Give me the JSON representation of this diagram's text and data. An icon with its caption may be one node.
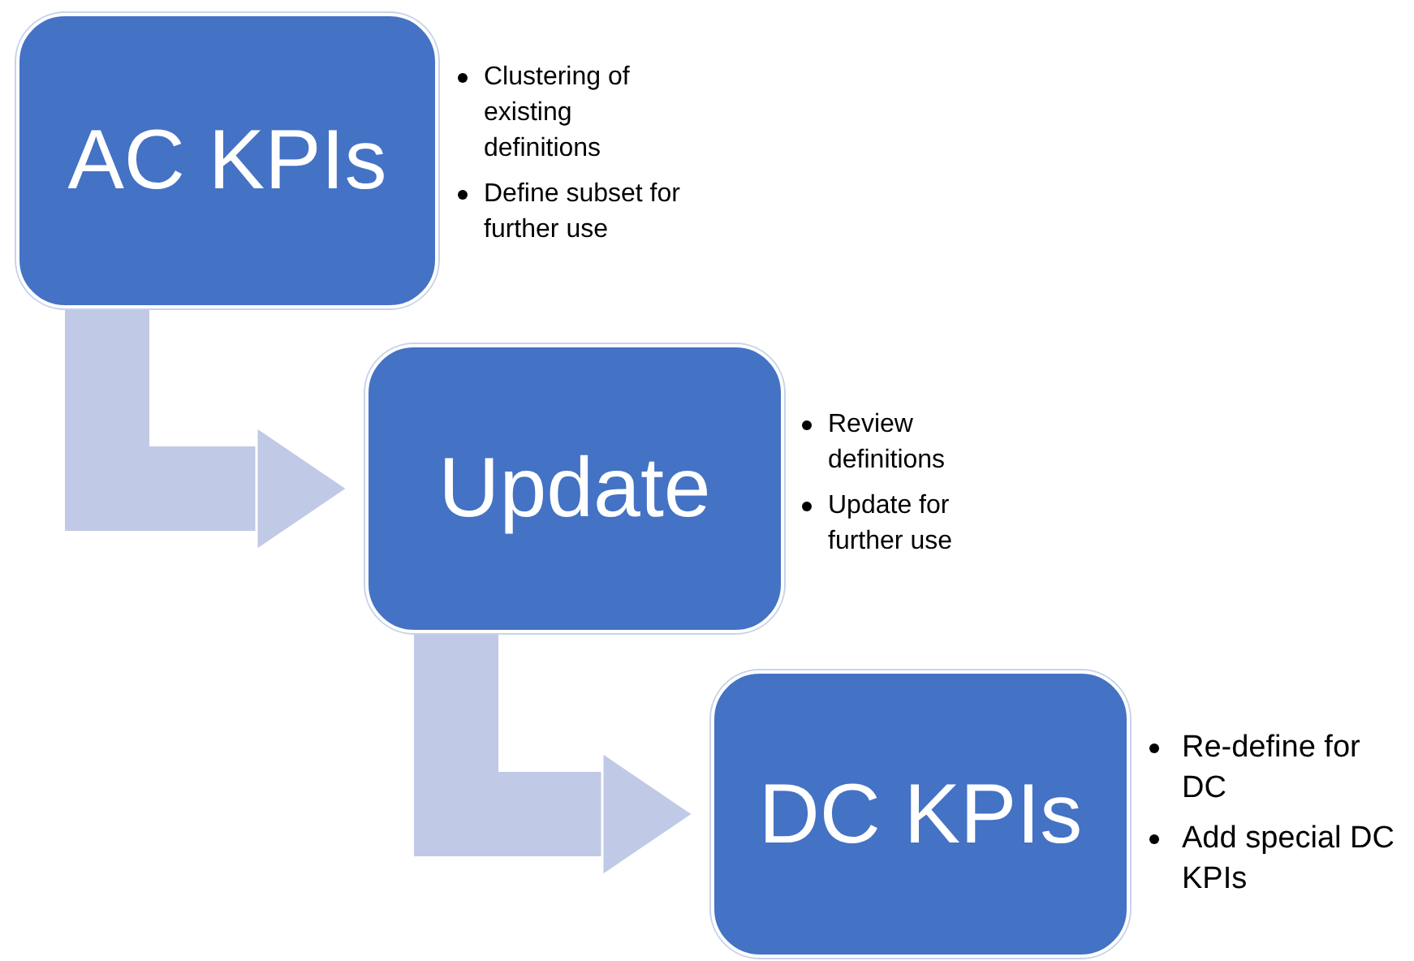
{
  "diagram": {
    "nodes": [
      {
        "text": [
          "AC KPIs"
        ],
        "beside": [
          "Clustering of existing definitions",
          "Define subset for further use"
        ]
      },
      {
        "text": [
          "Update"
        ],
        "beside": [
          "Review definitions",
          "Update for further use"
        ]
      },
      {
        "text": [
          "DC KPIs"
        ],
        "beside": [
          "Re-define for DC",
          "Add special DC KPIs"
        ]
      }
    ],
    "edges": [
      {
        "from": 0,
        "to": 1,
        "arrow": "to"
      },
      {
        "from": 1,
        "to": 2,
        "arrow": "to"
      }
    ]
  }
}
